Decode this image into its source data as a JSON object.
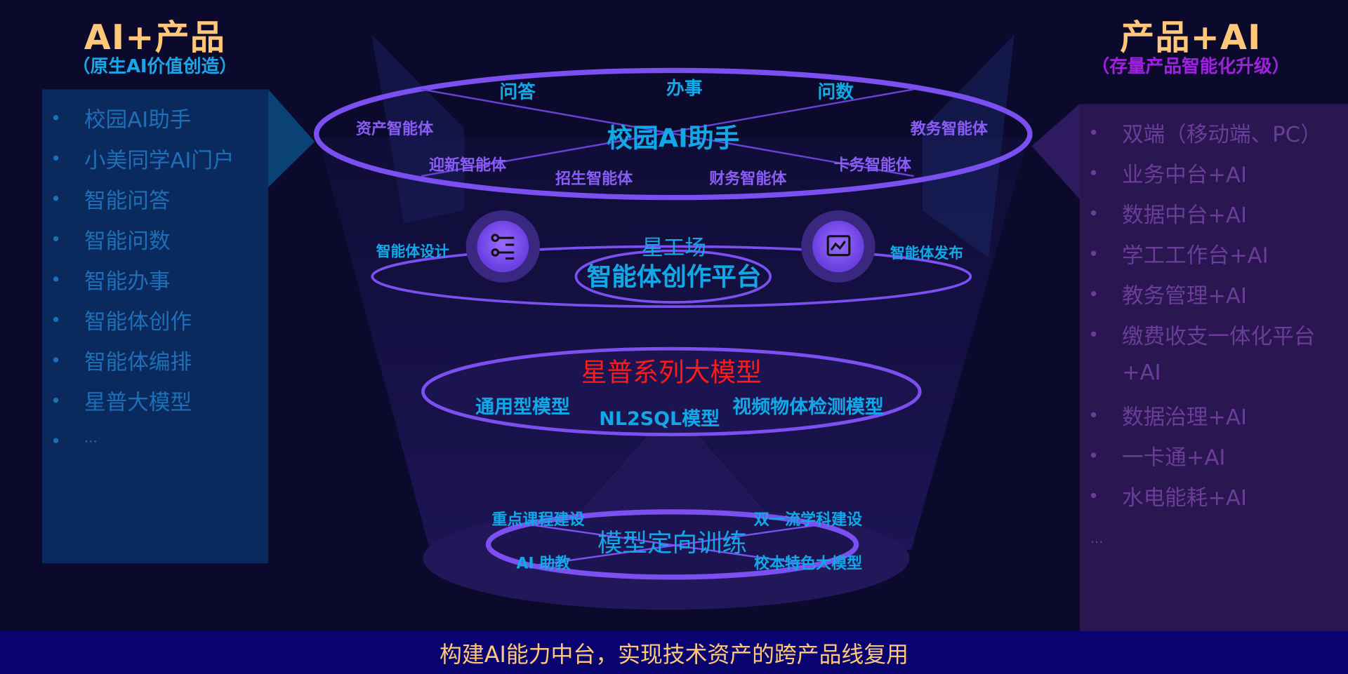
{
  "left": {
    "title": "AI+产品",
    "subtitle": "（原生AI价值创造）",
    "items": [
      "校园AI助手",
      "小美同学AI门户",
      "智能问答",
      "智能问数",
      "智能办事",
      "智能体创作",
      "智能体编排",
      "星普大模型",
      "..."
    ]
  },
  "right": {
    "title": "产品+AI",
    "subtitle": "（存量产品智能化升级）",
    "items": [
      "双端（移动端、PC）",
      "业务中台+AI",
      "数据中台+AI",
      "学工工作台+AI",
      "教务管理+AI",
      "缴费收支一体化平台",
      "+AI",
      "数据治理+AI",
      "一卡通+AI",
      "水电能耗+AI",
      "..."
    ]
  },
  "layer1": {
    "center": "校园AI助手",
    "top": [
      "问答",
      "办事",
      "问数"
    ],
    "agents": [
      "资产智能体",
      "教务智能体",
      "迎新智能体",
      "卡务智能体",
      "招生智能体",
      "财务智能体"
    ]
  },
  "layer2": {
    "name": "星工场",
    "title": "智能体创作平台",
    "left_label": "智能体设计",
    "right_label": "智能体发布",
    "icons": [
      "settings-list-icon",
      "chart-line-icon"
    ]
  },
  "layer3": {
    "title": "星普系列大模型",
    "models": [
      "通用型模型",
      "NL2SQL模型",
      "视频物体检测模型"
    ]
  },
  "layer4": {
    "title": "模型定向训练",
    "labels": [
      "重点课程建设",
      "双一流学科建设",
      "AI 助教",
      "校本特色大模型"
    ]
  },
  "footer": "构建AI能力中台，实现技术资产的跨产品线复用",
  "colors": {
    "gold": "#ffc77a",
    "cyan": "#12a8e8",
    "purple": "#8a5cf5",
    "red": "#ff1a1a",
    "ring": "#7b4ff0"
  }
}
